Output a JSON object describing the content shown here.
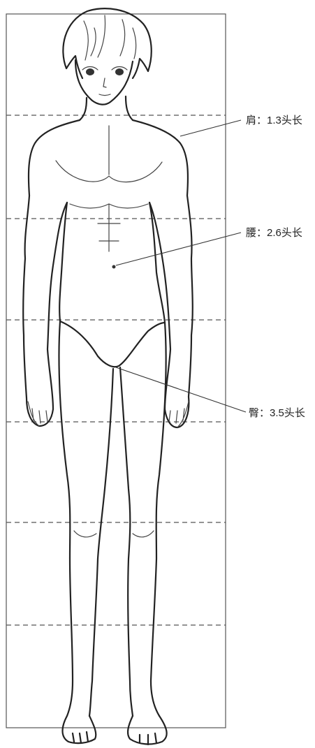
{
  "annotations": [
    {
      "id": "shoulder",
      "text": "肩：1.3头长"
    },
    {
      "id": "waist",
      "text": "腰：2.6头长"
    },
    {
      "id": "hip",
      "text": "臀：3.5头长"
    }
  ],
  "head_units": 7,
  "colors": {
    "line": "#222222",
    "guide": "#555555",
    "background": "#ffffff"
  }
}
